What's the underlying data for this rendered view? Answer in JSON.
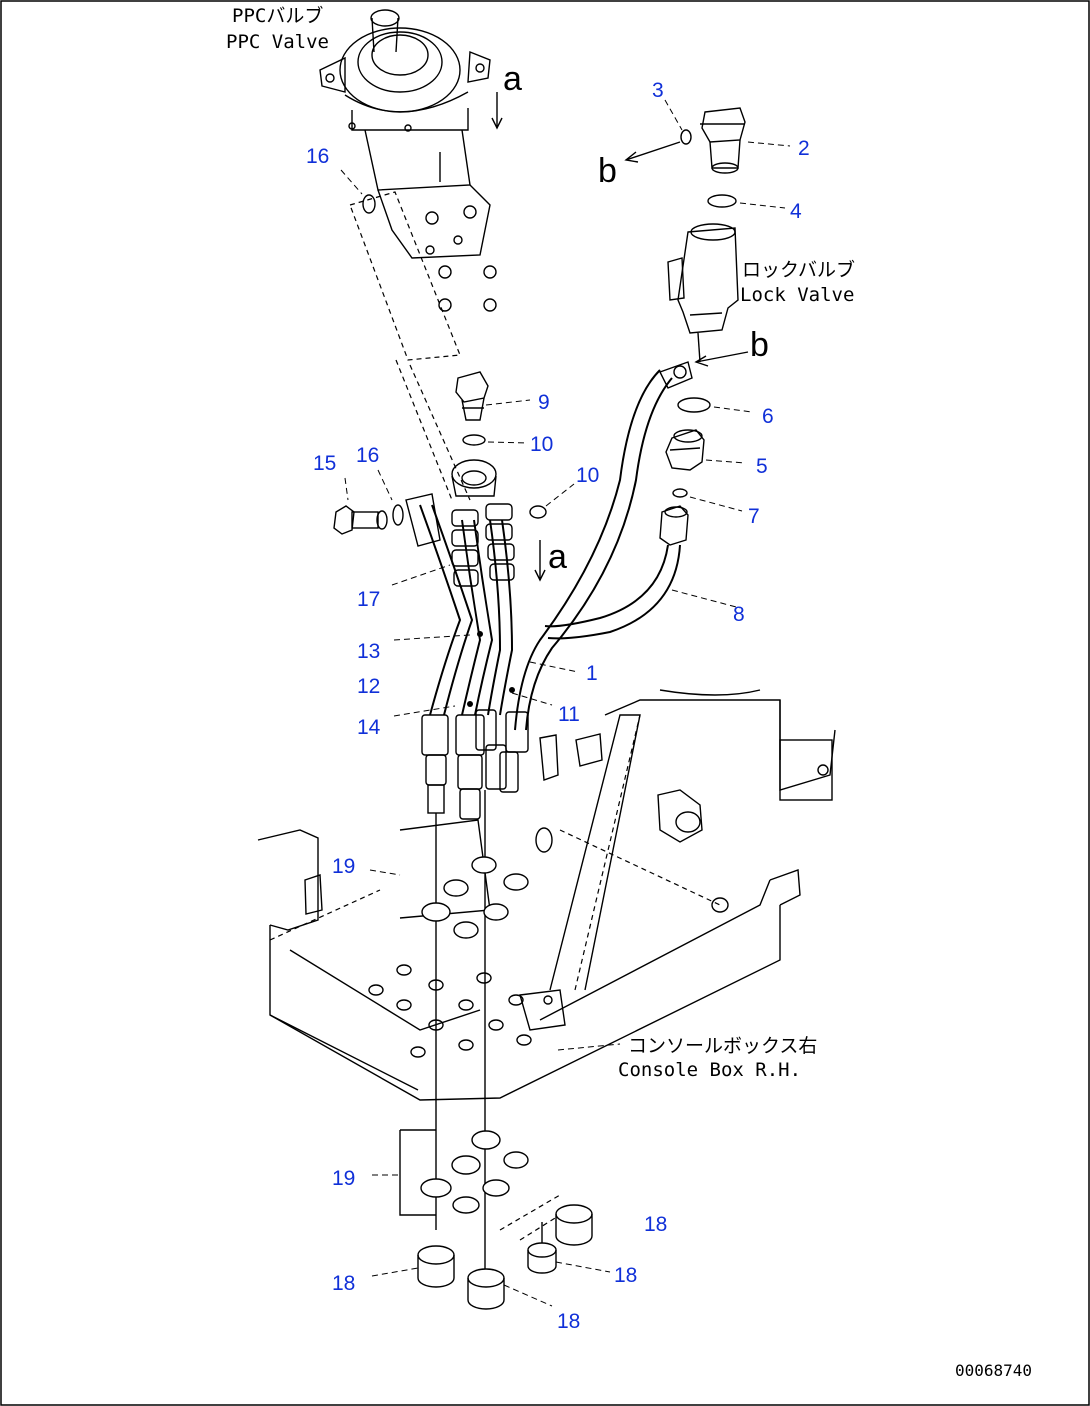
{
  "labels": {
    "ppc_valve_jp": "PPCバルブ",
    "ppc_valve_en": "PPC Valve",
    "lock_valve_jp": "ロックバルブ",
    "lock_valve_en": "Lock Valve",
    "console_box_jp": "コンソールボックス右",
    "console_box_en": "Console Box R.H."
  },
  "view_markers": {
    "a": "a",
    "b": "b"
  },
  "callouts": {
    "c1": "1",
    "c2": "2",
    "c3": "3",
    "c4": "4",
    "c5": "5",
    "c6": "6",
    "c7": "7",
    "c8": "8",
    "c9": "9",
    "c10a": "10",
    "c10b": "10",
    "c11": "11",
    "c12": "12",
    "c13": "13",
    "c14": "14",
    "c15": "15",
    "c16a": "16",
    "c16b": "16",
    "c17": "17",
    "c18a": "18",
    "c18b": "18",
    "c18c": "18",
    "c18d": "18",
    "c19a": "19",
    "c19b": "19"
  },
  "reference_number": "00068740",
  "colors": {
    "callout": "#1030d8",
    "line": "#000000",
    "background": "#ffffff"
  }
}
